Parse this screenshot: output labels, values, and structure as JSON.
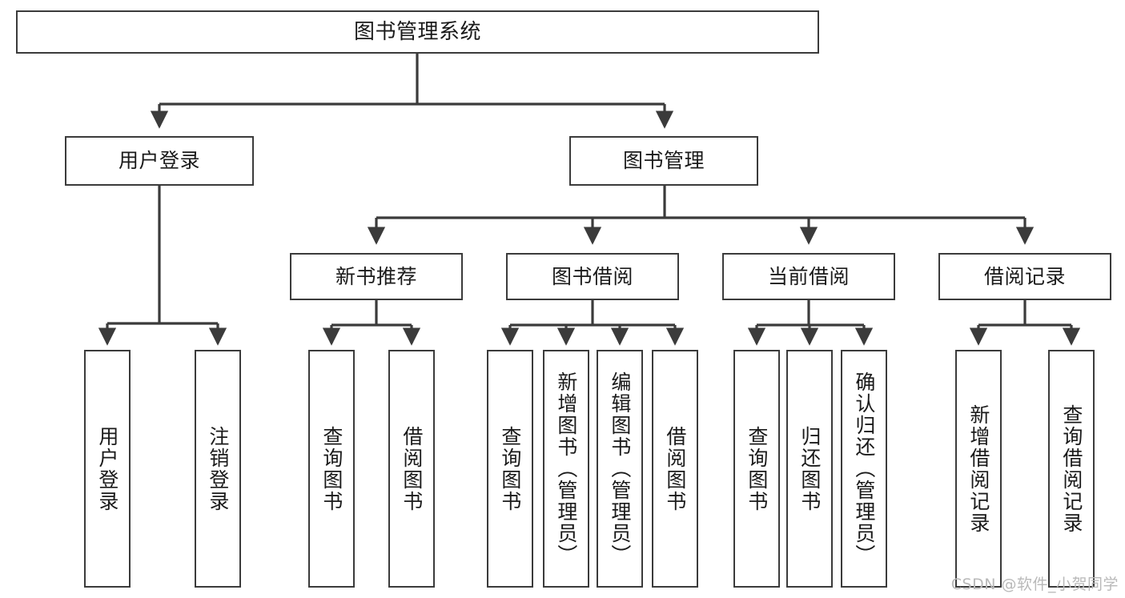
{
  "diagram": {
    "title": "图书管理系统",
    "watermark": "CSDN @软件_小贺同学",
    "line_color": "#3b3b3b",
    "background": "#ffffff",
    "text_color": "#1a1a1a",
    "nodes": {
      "root": {
        "label": "图书管理系统"
      },
      "level2": [
        {
          "id": "user-login",
          "label": "用户登录"
        },
        {
          "id": "book-management",
          "label": "图书管理"
        }
      ],
      "level3": [
        {
          "id": "new-book-recommend",
          "label": "新书推荐"
        },
        {
          "id": "book-borrow",
          "label": "图书借阅"
        },
        {
          "id": "current-borrow",
          "label": "当前借阅"
        },
        {
          "id": "borrow-record",
          "label": "借阅记录"
        }
      ],
      "leaves": {
        "user-login": [
          {
            "id": "leaf-user-login",
            "label": "用户登录"
          },
          {
            "id": "leaf-logout",
            "label": "注销登录"
          }
        ],
        "new-book-recommend": [
          {
            "id": "leaf-query-book-1",
            "label": "查询图书"
          },
          {
            "id": "leaf-borrow-book-1",
            "label": "借阅图书"
          }
        ],
        "book-borrow": [
          {
            "id": "leaf-query-book-2",
            "label": "查询图书"
          },
          {
            "id": "leaf-add-book",
            "label": "新增图书（管理员）"
          },
          {
            "id": "leaf-edit-book",
            "label": "编辑图书（管理员）"
          },
          {
            "id": "leaf-borrow-book-2",
            "label": "借阅图书"
          }
        ],
        "current-borrow": [
          {
            "id": "leaf-query-book-3",
            "label": "查询图书"
          },
          {
            "id": "leaf-return-book",
            "label": "归还图书"
          },
          {
            "id": "leaf-confirm-return",
            "label": "确认归还（管理员）"
          }
        ],
        "borrow-record": [
          {
            "id": "leaf-add-record",
            "label": "新增借阅记录"
          },
          {
            "id": "leaf-query-record",
            "label": "查询借阅记录"
          }
        ]
      }
    }
  }
}
